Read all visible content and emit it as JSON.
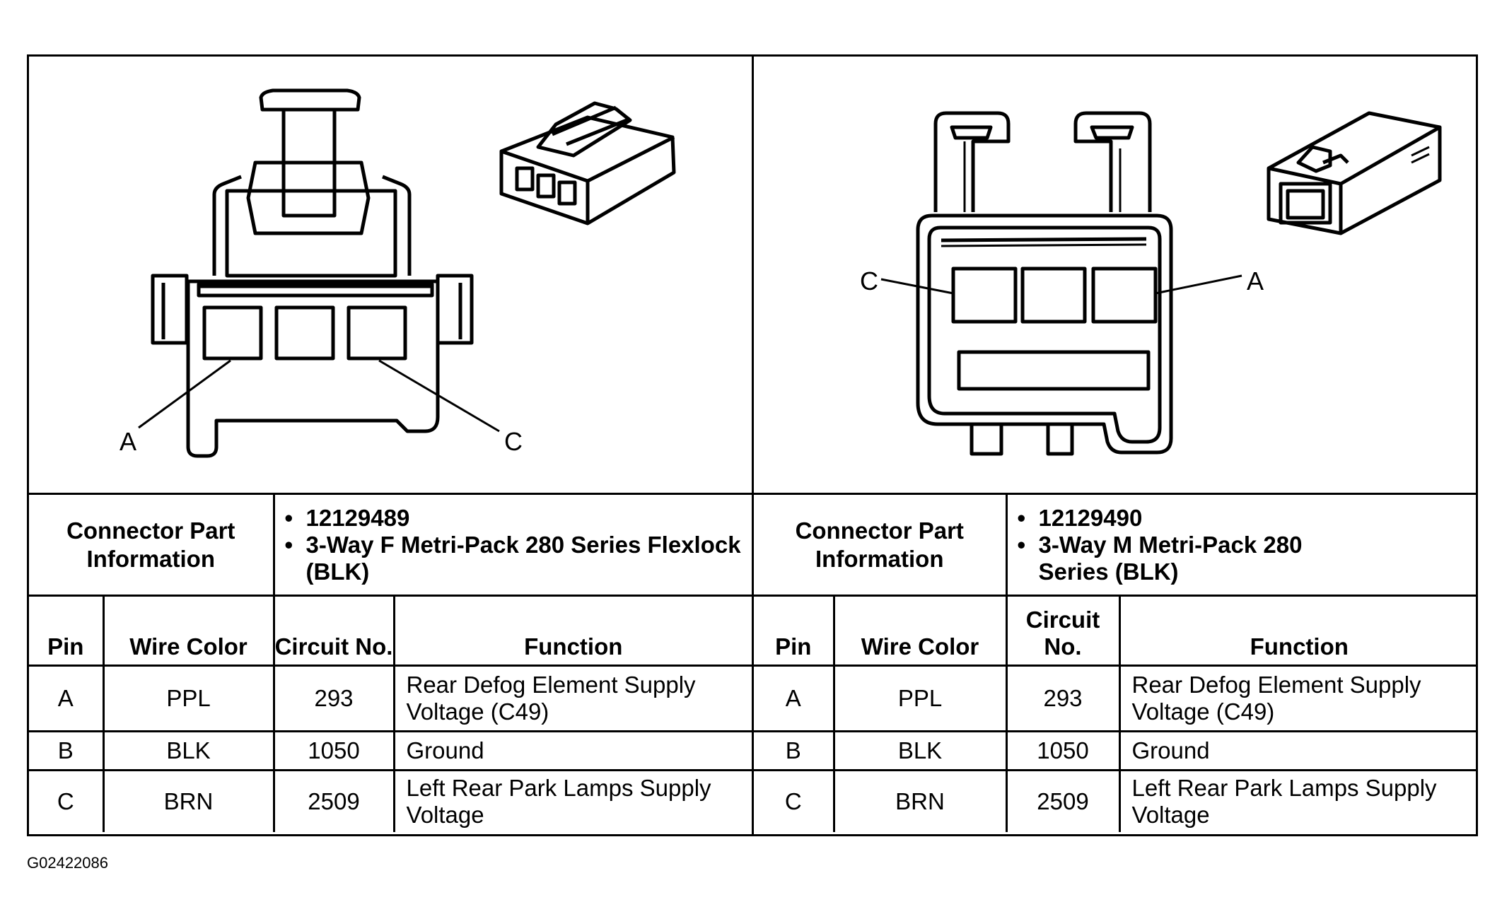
{
  "figure_code": "G02422086",
  "left": {
    "pin_labels": {
      "a": "A",
      "c": "C"
    },
    "connector_label": "Connector Part Information",
    "part_info": [
      "12129489",
      "3-Way F Metri-Pack 280 Series Flexlock (BLK)"
    ],
    "headers": {
      "pin": "Pin",
      "wire_color": "Wire Color",
      "circuit": "Circuit No.",
      "function": "Function"
    },
    "rows": [
      {
        "pin": "A",
        "wire_color": "PPL",
        "circuit": "293",
        "function": "Rear Defog Element Supply Voltage (C49)"
      },
      {
        "pin": "B",
        "wire_color": "BLK",
        "circuit": "1050",
        "function": "Ground"
      },
      {
        "pin": "C",
        "wire_color": "BRN",
        "circuit": "2509",
        "function": "Left Rear Park Lamps Supply Voltage"
      }
    ]
  },
  "right": {
    "pin_labels": {
      "a": "A",
      "c": "C"
    },
    "connector_label": "Connector Part Information",
    "part_info": [
      "12129490",
      "3-Way M Metri-Pack 280 Series (BLK)"
    ],
    "headers": {
      "pin": "Pin",
      "wire_color": "Wire Color",
      "circuit": "Circuit No.",
      "function": "Function"
    },
    "rows": [
      {
        "pin": "A",
        "wire_color": "PPL",
        "circuit": "293",
        "function": "Rear Defog Element Supply Voltage (C49)"
      },
      {
        "pin": "B",
        "wire_color": "BLK",
        "circuit": "1050",
        "function": "Ground"
      },
      {
        "pin": "C",
        "wire_color": "BRN",
        "circuit": "2509",
        "function": "Left Rear Park Lamps Supply Voltage"
      }
    ]
  }
}
